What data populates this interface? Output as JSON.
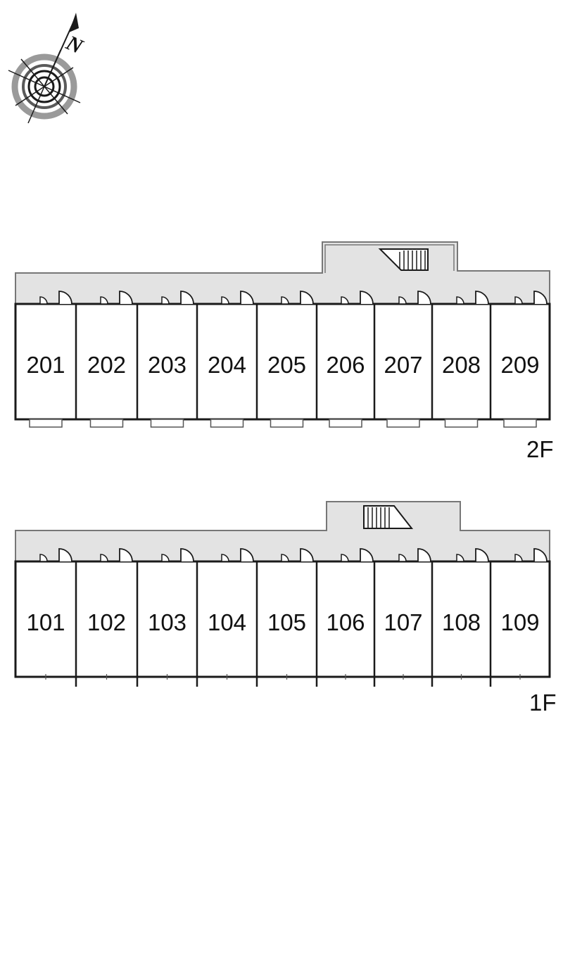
{
  "compass": {
    "north_label": "N",
    "icon": "compass-icon"
  },
  "colors": {
    "corridor_fill": "#e3e3e3",
    "wall": "#1a1a1a",
    "thin_line": "#555555",
    "background": "#ffffff"
  },
  "floors": [
    {
      "id": "second-floor",
      "label": "2F",
      "units": [
        "201",
        "202",
        "203",
        "204",
        "205",
        "206",
        "207",
        "208",
        "209"
      ]
    },
    {
      "id": "first-floor",
      "label": "1F",
      "units": [
        "101",
        "102",
        "103",
        "104",
        "105",
        "106",
        "107",
        "108",
        "109"
      ]
    }
  ]
}
